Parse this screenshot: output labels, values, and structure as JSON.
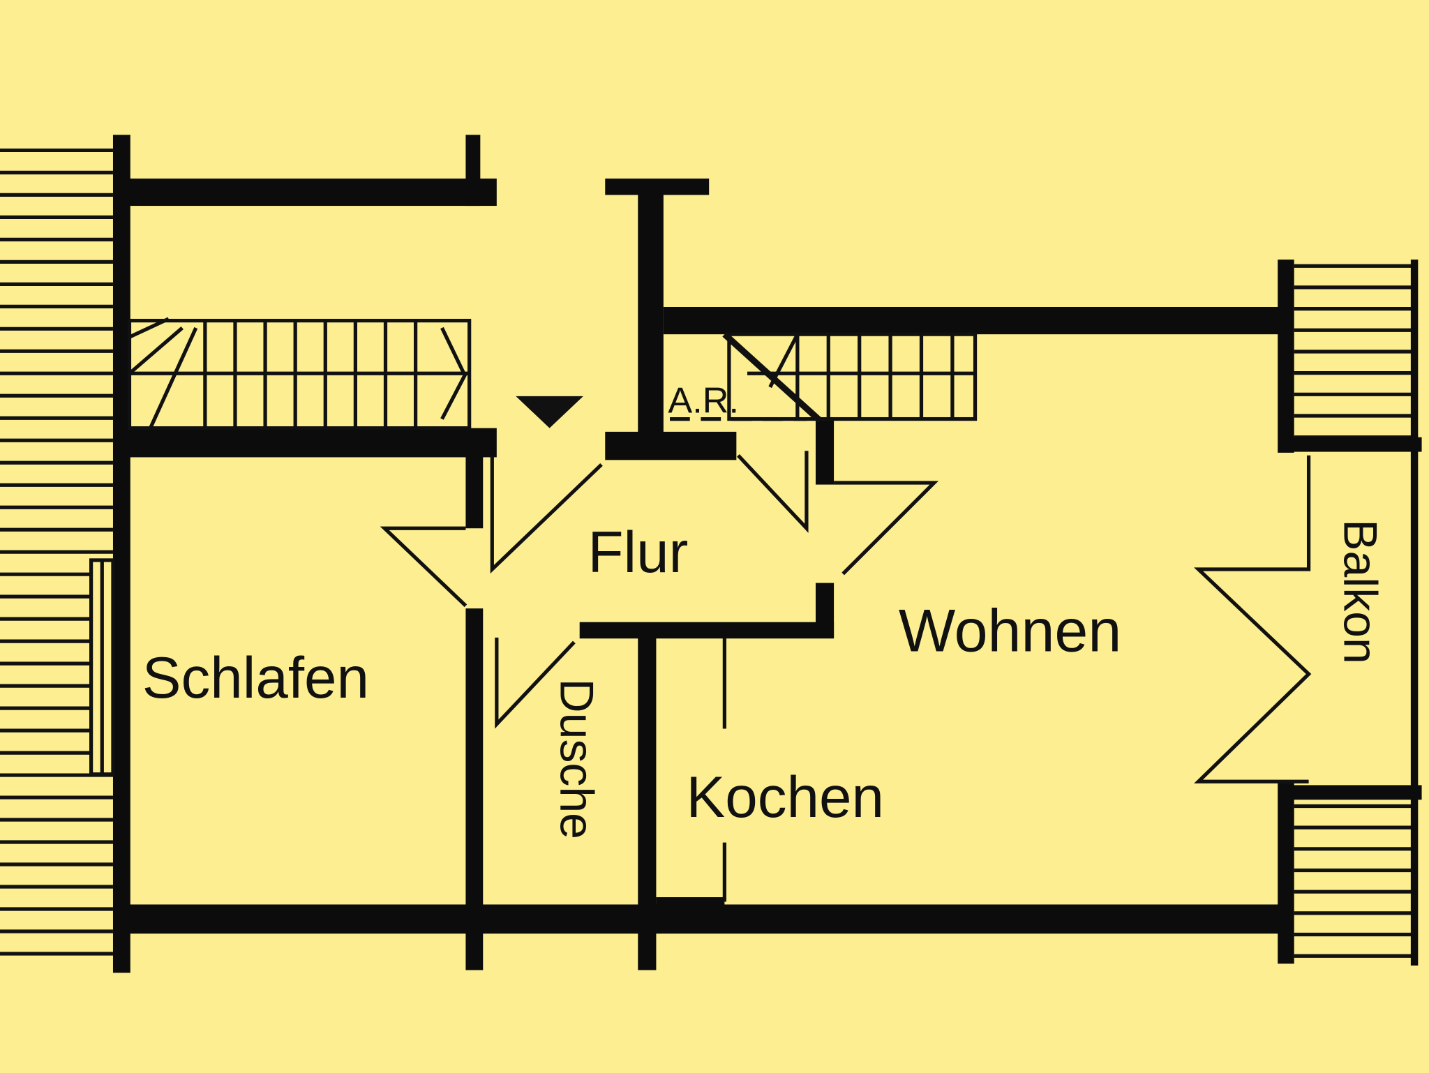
{
  "rooms": {
    "schlafen": "Schlafen",
    "flur": "Flur",
    "wohnen": "Wohnen",
    "kochen": "Kochen",
    "dusche": "Dusche",
    "balkon": "Balkon",
    "abstellraum": "A.R."
  },
  "colors": {
    "background": "#FCEE91",
    "walls": "#0c0c0c"
  }
}
